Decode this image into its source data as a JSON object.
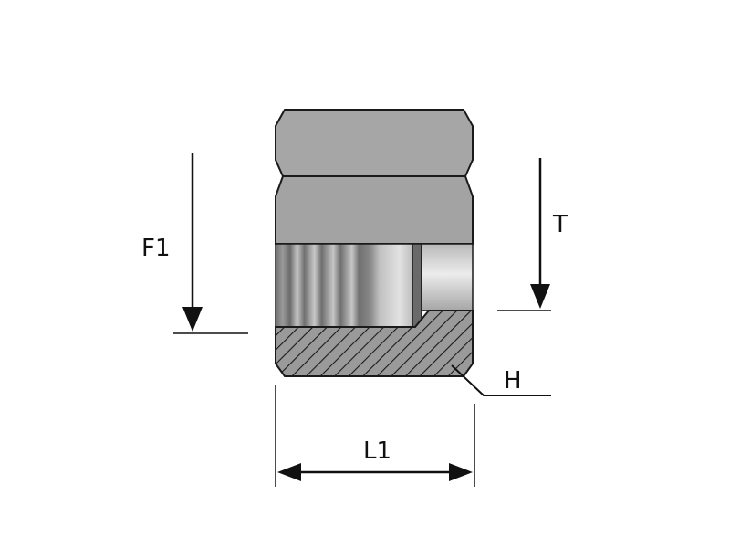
{
  "labels": {
    "f1": "F1",
    "t": "T",
    "h": "H",
    "l1": "L1"
  },
  "colors": {
    "body": "#a4a4a4",
    "outline": "#1a1a1a",
    "hatch_bg": "#8f8f8f",
    "bore": "#d6d6d6"
  }
}
